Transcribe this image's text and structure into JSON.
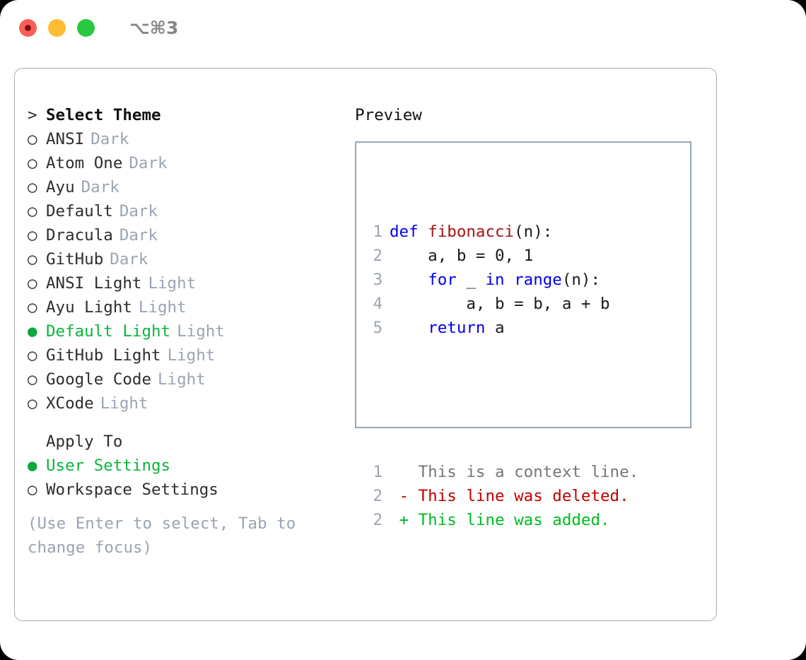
{
  "titlebar": {
    "lights": [
      {
        "name": "close",
        "color": "#fc6058"
      },
      {
        "name": "minimize",
        "color": "#fdbc31"
      },
      {
        "name": "maximize",
        "color": "#28c840"
      }
    ],
    "shortcut": "⌥⌘3"
  },
  "theme_picker": {
    "heading_marker": ">",
    "heading": "Select Theme",
    "items": [
      {
        "marker": "○",
        "label": "ANSI",
        "badge": "Dark",
        "selected": false
      },
      {
        "marker": "○",
        "label": "Atom One",
        "badge": "Dark",
        "selected": false
      },
      {
        "marker": "○",
        "label": "Ayu",
        "badge": "Dark",
        "selected": false
      },
      {
        "marker": "○",
        "label": "Default",
        "badge": "Dark",
        "selected": false
      },
      {
        "marker": "○",
        "label": "Dracula",
        "badge": "Dark",
        "selected": false
      },
      {
        "marker": "○",
        "label": "GitHub",
        "badge": "Dark",
        "selected": false
      },
      {
        "marker": "○",
        "label": "ANSI Light",
        "badge": "Light",
        "selected": false
      },
      {
        "marker": "○",
        "label": "Ayu Light",
        "badge": "Light",
        "selected": false
      },
      {
        "marker": "●",
        "label": "Default Light",
        "badge": "Light",
        "selected": true
      },
      {
        "marker": "○",
        "label": "GitHub Light",
        "badge": "Light",
        "selected": false
      },
      {
        "marker": "○",
        "label": "Google Code",
        "badge": "Light",
        "selected": false
      },
      {
        "marker": "○",
        "label": "XCode",
        "badge": "Light",
        "selected": false
      }
    ]
  },
  "apply_to": {
    "heading": "Apply To",
    "items": [
      {
        "marker": "●",
        "label": "User Settings",
        "selected": true
      },
      {
        "marker": "○",
        "label": "Workspace Settings",
        "selected": false
      }
    ]
  },
  "hint": "(Use Enter to select, Tab to change focus)",
  "preview": {
    "title": "Preview",
    "code_lines": [
      {
        "no": "1",
        "tokens": [
          {
            "t": "def",
            "c": "kw"
          },
          {
            "t": " ",
            "c": "plain"
          },
          {
            "t": "fibonacci",
            "c": "fn"
          },
          {
            "t": "(n):",
            "c": "plain"
          }
        ]
      },
      {
        "no": "2",
        "tokens": [
          {
            "t": "    a, b = 0, 1",
            "c": "plain"
          }
        ]
      },
      {
        "no": "3",
        "tokens": [
          {
            "t": "    ",
            "c": "plain"
          },
          {
            "t": "for",
            "c": "kw"
          },
          {
            "t": " _ ",
            "c": "plain"
          },
          {
            "t": "in",
            "c": "kw"
          },
          {
            "t": " ",
            "c": "plain"
          },
          {
            "t": "range",
            "c": "kw"
          },
          {
            "t": "(n):",
            "c": "plain"
          }
        ]
      },
      {
        "no": "4",
        "tokens": [
          {
            "t": "        a, b = b, a + b",
            "c": "plain"
          }
        ]
      },
      {
        "no": "5",
        "tokens": [
          {
            "t": "    ",
            "c": "plain"
          },
          {
            "t": "return",
            "c": "kw"
          },
          {
            "t": " a",
            "c": "plain"
          }
        ]
      }
    ],
    "diff_lines": [
      {
        "no": "1",
        "tokens": [
          {
            "t": "   This is a context line.",
            "c": "ctx"
          }
        ]
      },
      {
        "no": "2",
        "tokens": [
          {
            "t": " - This line was deleted.",
            "c": "del"
          }
        ]
      },
      {
        "no": "2",
        "tokens": [
          {
            "t": " + This line was added.",
            "c": "add"
          }
        ]
      }
    ]
  },
  "colors": {
    "accent_green": "#0bb53c",
    "muted": "#9aa5b1",
    "keyword_blue": "#0000ee",
    "function_red": "#a31515",
    "diff_delete": "#c00000",
    "diff_add": "#00bb22",
    "border": "#a3aebb"
  }
}
